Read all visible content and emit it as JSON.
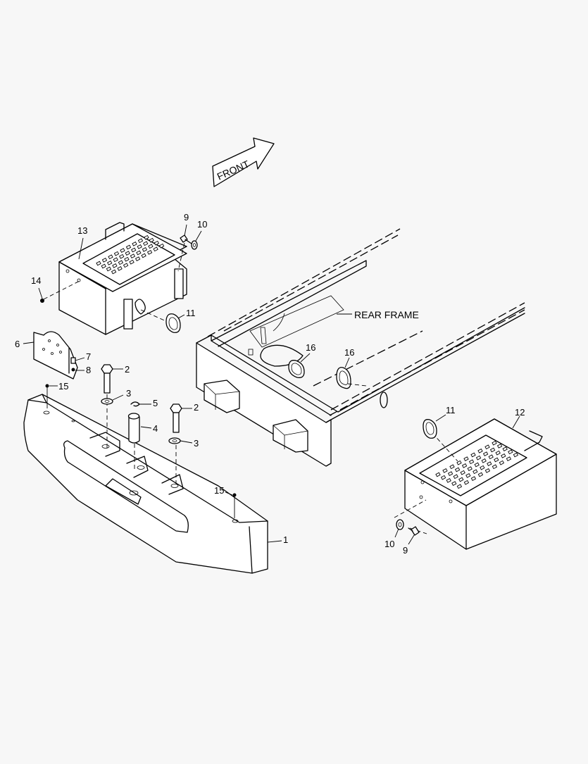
{
  "diagram": {
    "front_label": "FRONT",
    "rear_frame_label": "REAR FRAME",
    "callouts": {
      "c1": "1",
      "c2a": "2",
      "c2b": "2",
      "c3a": "3",
      "c3b": "3",
      "c4": "4",
      "c5": "5",
      "c6": "6",
      "c7": "7",
      "c8": "8",
      "c9a": "9",
      "c9b": "9",
      "c10a": "10",
      "c10b": "10",
      "c11a": "11",
      "c11b": "11",
      "c12": "12",
      "c13": "13",
      "c14": "14",
      "c15a": "15",
      "c15b": "15",
      "c16a": "16",
      "c16b": "16"
    }
  }
}
